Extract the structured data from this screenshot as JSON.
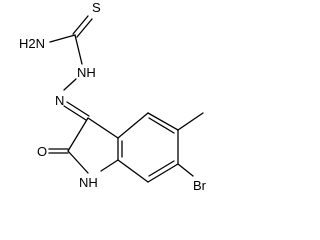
{
  "molecule": {
    "atoms": {
      "s": "S",
      "nh2": "H2N",
      "nh_hydrazone": "NH",
      "n_imine": "N",
      "o": "O",
      "nh_ring": "NH",
      "br": "Br"
    }
  },
  "colors": {
    "bond": "#000000",
    "text": "#000000",
    "background": "#ffffff"
  }
}
